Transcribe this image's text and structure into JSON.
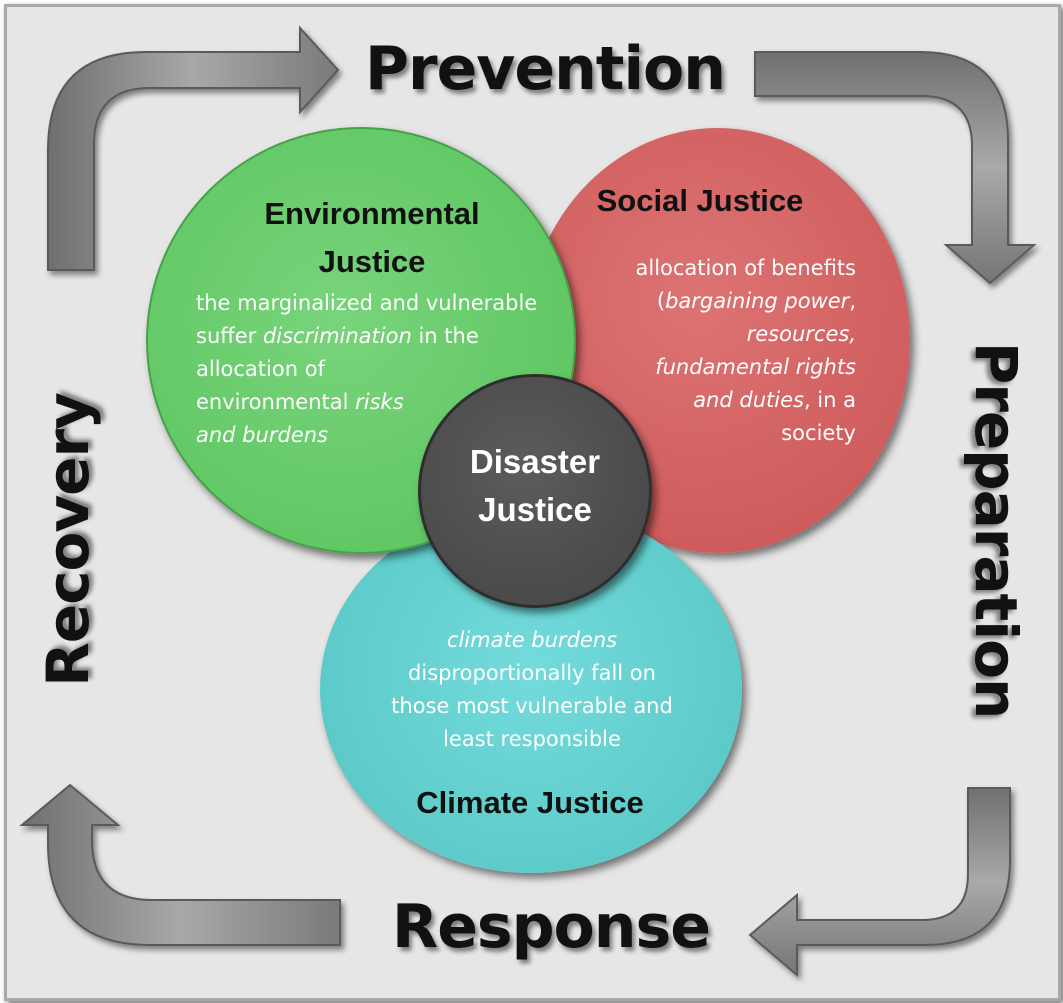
{
  "phases": {
    "prevention": "Prevention",
    "preparation": "Preparation",
    "response": "Response",
    "recovery": "Recovery"
  },
  "environmental": {
    "title_line1": "Environmental",
    "title_line2": "Justice",
    "desc_line1": "the marginalized and vulnerable",
    "desc_line2_a": "suffer ",
    "desc_line2_b": "discrimination",
    "desc_line2_c": " in the",
    "desc_line3": "allocation of",
    "desc_line4_a": "environmental ",
    "desc_line4_b": "risks",
    "desc_line5": "and burdens"
  },
  "social": {
    "title": "Social Justice",
    "desc_line1": "allocation of benefits",
    "desc_line2_a": "(",
    "desc_line2_b": "bargaining power",
    "desc_line2_c": ",",
    "desc_line3": "resources,",
    "desc_line4": "fundamental rights",
    "desc_line5_a": "and duties",
    "desc_line5_b": ", in a",
    "desc_line6": "society"
  },
  "climate": {
    "title": "Climate Justice",
    "desc_line1": "climate burdens",
    "desc_line2": "disproportionally fall on",
    "desc_line3": "those most vulnerable and",
    "desc_line4": "least responsible"
  },
  "disaster": {
    "title_line1": "Disaster",
    "title_line2": "Justice"
  },
  "colors": {
    "environmental": "#5fc763",
    "social": "#cf5c5c",
    "climate": "#5cc9c9",
    "disaster": "#484848",
    "arrow": "#8a8a8a"
  }
}
